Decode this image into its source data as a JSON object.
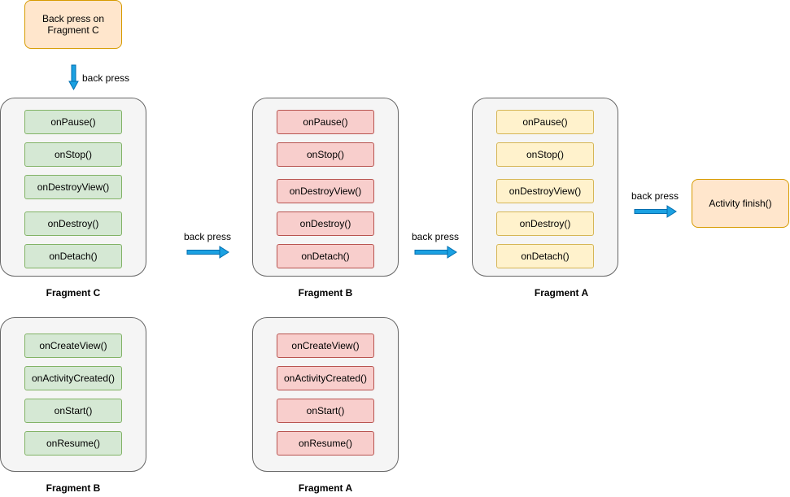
{
  "start_box": "Back press on Fragment C",
  "end_box": "Activity finish()",
  "arrows": {
    "down": "back press",
    "c_to_b": "back press",
    "b_to_a": "back press",
    "a_to_finish": "back press"
  },
  "panels": {
    "c_destroy": {
      "caption": "Fragment C",
      "items": [
        "onPause()",
        "onStop()",
        "onDestroyView()",
        "onDestroy()",
        "onDetach()"
      ]
    },
    "b_create": {
      "caption": "Fragment B",
      "items": [
        "onCreateView()",
        "onActivityCreated()",
        "onStart()",
        "onResume()"
      ]
    },
    "b_destroy": {
      "caption": "Fragment B",
      "items": [
        "onPause()",
        "onStop()",
        "onDestroyView()",
        "onDestroy()",
        "onDetach()"
      ]
    },
    "a_create": {
      "caption": "Fragment A",
      "items": [
        "onCreateView()",
        "onActivityCreated()",
        "onStart()",
        "onResume()"
      ]
    },
    "a_destroy": {
      "caption": "Fragment A",
      "items": [
        "onPause()",
        "onStop()",
        "onDestroyView()",
        "onDestroy()",
        "onDetach()"
      ]
    }
  },
  "colors": {
    "panel_bg": "#f5f5f5",
    "green_fill": "#d5e8d4",
    "red_fill": "#f8cecc",
    "yellow_fill": "#fff2cc",
    "orange_fill": "#ffe6cc",
    "arrow_blue": "#1ba1e2"
  }
}
